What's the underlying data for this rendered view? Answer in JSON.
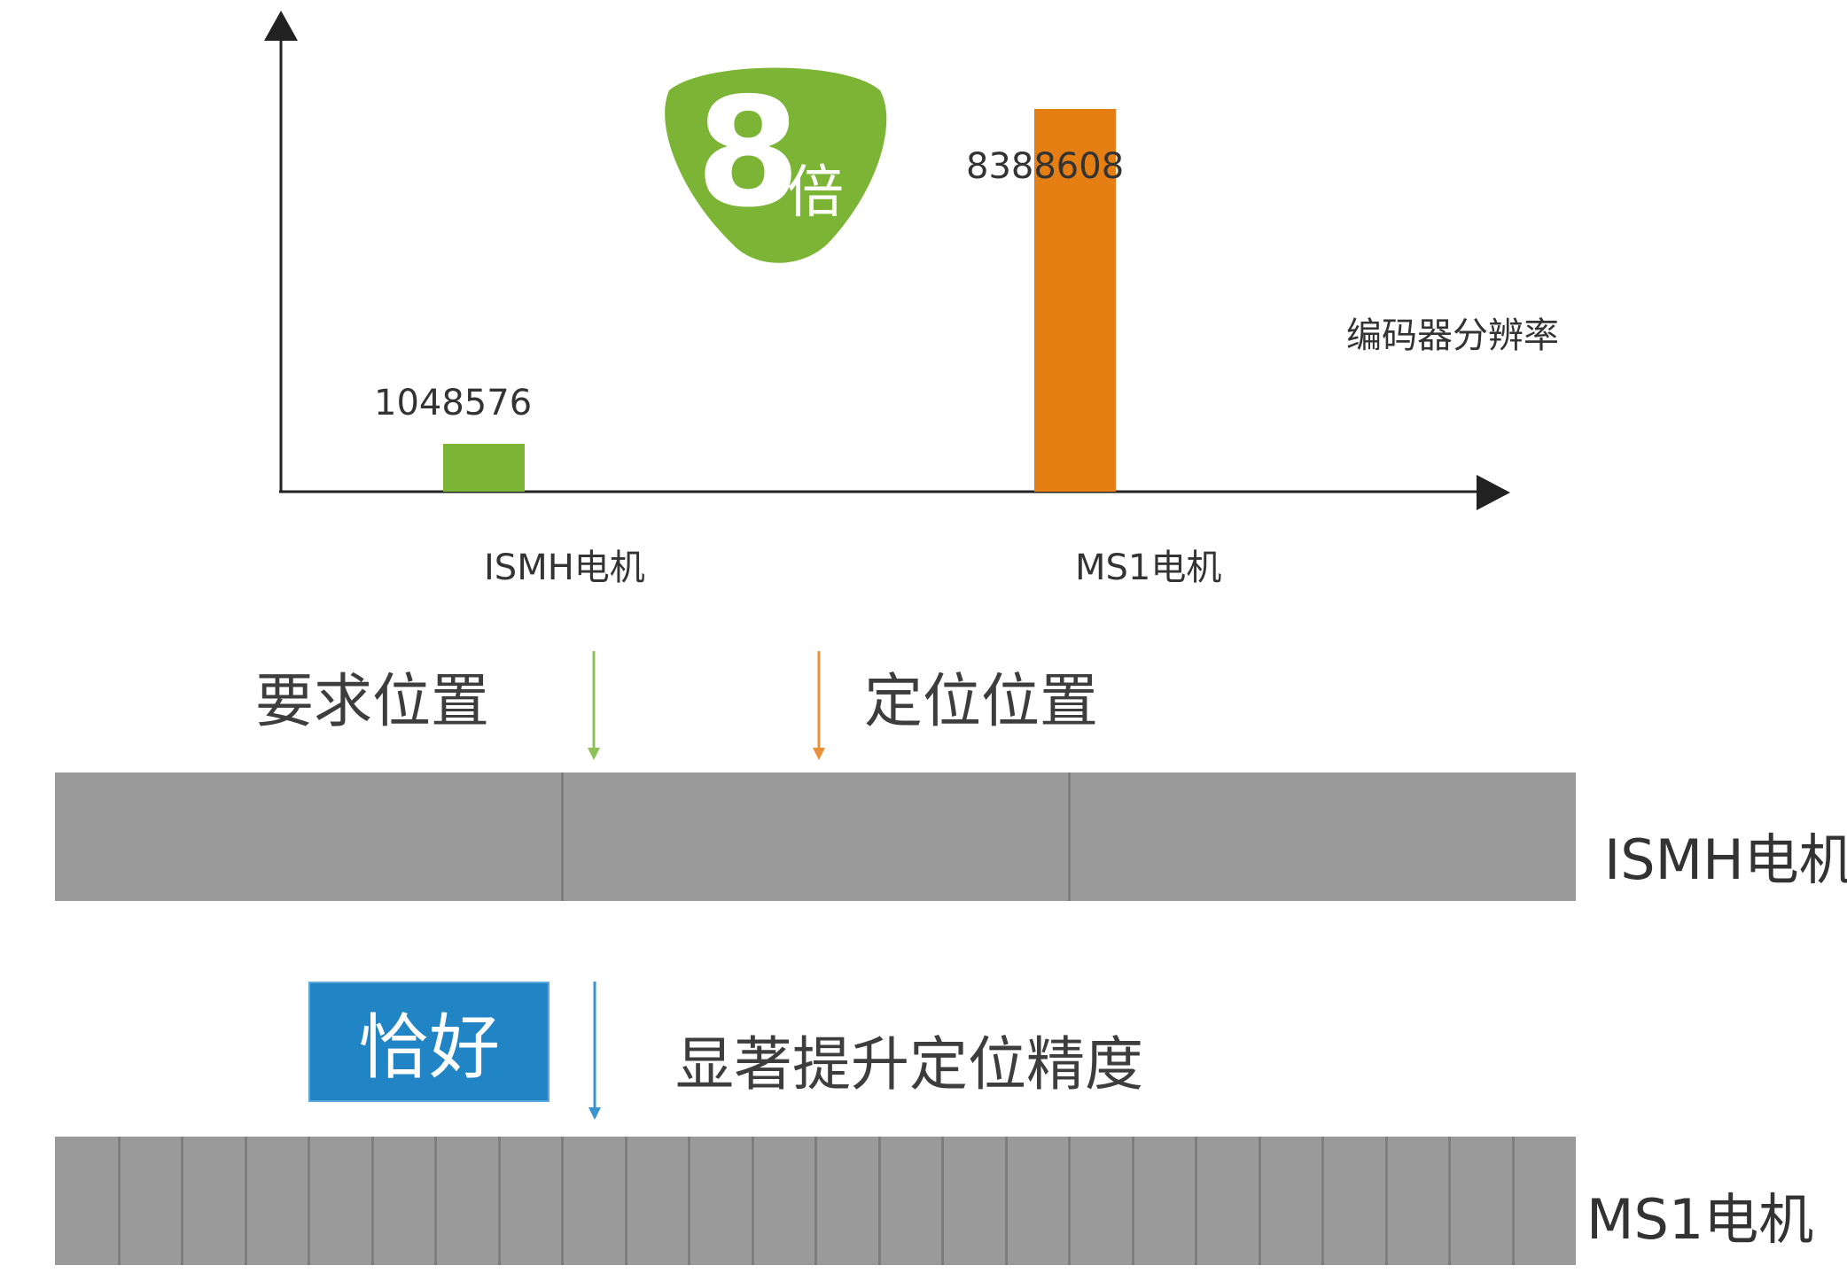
{
  "chart_data": {
    "type": "bar",
    "categories": [
      "ISMH电机",
      "MS1电机"
    ],
    "values": [
      1048576,
      8388608
    ],
    "value_labels": [
      "1048576",
      "8388608"
    ],
    "ylabel": "编码器分辨率",
    "ylim": [
      0,
      10000000
    ],
    "grid": false,
    "colors": {
      "ISMH电机": "#7cb535",
      "MS1电机": "#e57f13"
    }
  },
  "multiplier": {
    "number": "8",
    "unit": "倍",
    "color": "#7cb535"
  },
  "comparison": {
    "required_position_label": "要求位置",
    "actual_position_label": "定位位置",
    "just_right_label": "恰好",
    "improvement_label": "显著提升定位精度",
    "ismh_label": "ISMH电机",
    "ms1_label": "MS1电机",
    "ismh_segments": 3,
    "ms1_segments": 24,
    "arrow_colors": {
      "required": "#8fc15a",
      "actual": "#e8913a",
      "just_right": "#3b93cf"
    }
  }
}
